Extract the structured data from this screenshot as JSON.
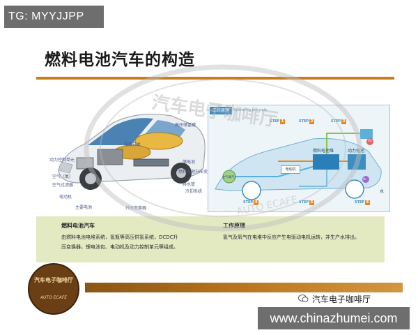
{
  "overlay": {
    "tg_tag": "TG: MYYJJPP",
    "url": "www.chinazhumei.com"
  },
  "slide": {
    "title": "燃料电池汽车的构造",
    "watermark_text": "汽车电子咖啡厅",
    "watermark_text_en": "AUTO ECAFE"
  },
  "car_diagram": {
    "labels": [
      "高压储氢罐",
      "电源开关",
      "储电池",
      "动力控制单元",
      "燃料电池升压变换器",
      "空气（氧）",
      "空气过滤器",
      "冷却系统",
      "排水管",
      "电动机",
      "主要电池",
      "升压变换器"
    ]
  },
  "work_diagram": {
    "tab_label": "工作原理",
    "tab_sub": "Operating principle",
    "steps": [
      {
        "label": "STEP",
        "num": "1"
      },
      {
        "label": "STEP",
        "num": "2"
      },
      {
        "label": "STEP",
        "num": "3"
      },
      {
        "label": "STEP",
        "num": "4"
      },
      {
        "label": "STEP",
        "num": "5"
      },
      {
        "label": "STEP",
        "num": "6"
      }
    ],
    "stack_label": "燃料电池堆",
    "battery_label": "动力电池",
    "motor_label": "电动机",
    "h2_label": "H₂",
    "air_label": "空气(氧气)",
    "o2_label": "O₂",
    "water_label": "水"
  },
  "info": {
    "left_heading": "燃料电池汽车",
    "left_line1": "由燃料电池电堆系统，氢瓶等高压供氢系统，DCDC升",
    "left_line2": "压变换器，锂电池包、电动机及动力控制单元等组成。",
    "right_heading": "工作原理",
    "right_line1": "氢气及氧气在电堆中反应产生电驱动电机运转，并生产水排出。"
  },
  "brand": {
    "logo_text": "汽车电子咖啡厅",
    "logo_sub": "AUTO ECAFE",
    "name": "汽车电子咖啡厅"
  },
  "colors": {
    "accent": "#c77d18",
    "info_bg": "#e3eac2",
    "diagram_blue": "#3c8ec0",
    "overlay_gray": "#6e6e6e"
  }
}
